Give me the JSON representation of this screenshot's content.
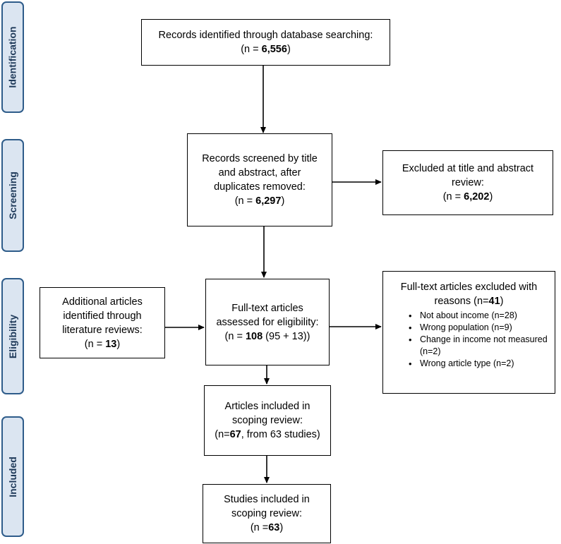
{
  "phases": [
    "Identification",
    "Screening",
    "Eligibility",
    "Included"
  ],
  "boxes": {
    "identified": {
      "line1": "Records identified through database searching:",
      "pre": "(n = ",
      "num": "6,556",
      "post": ")"
    },
    "screened": {
      "line1": "Records screened by title and abstract, after duplicates removed:",
      "pre": "(n = ",
      "num": "6,297",
      "post": ")"
    },
    "excluded_title": {
      "line1": "Excluded at title and abstract review:",
      "pre": "(n = ",
      "num": "6,202",
      "post": ")"
    },
    "additional": {
      "line1": "Additional articles identified through literature reviews:",
      "pre": "(n = ",
      "num": "13",
      "post": ")"
    },
    "fulltext": {
      "line1": "Full-text articles assessed for eligibility:",
      "pre": "(n = ",
      "num": "108",
      "post": " (95 + 13))"
    },
    "fulltext_excluded": {
      "line1": "Full-text articles excluded with reasons (n=",
      "num": "41",
      "post": ")",
      "reasons": [
        "Not about income (n=28)",
        "Wrong population (n=9)",
        "Change in income not measured (n=2)",
        "Wrong article type (n=2)"
      ]
    },
    "articles_included": {
      "line1": "Articles included in scoping review:",
      "pre": "(n=",
      "num": "67",
      "post": ", from 63 studies)"
    },
    "studies_included": {
      "line1": "Studies included in scoping review:",
      "pre": "(n =",
      "num": "63",
      "post": ")"
    }
  },
  "colors": {
    "phase_fill": "#dbe5f1",
    "phase_border": "#2e5c8a",
    "arrow": "#000000"
  }
}
